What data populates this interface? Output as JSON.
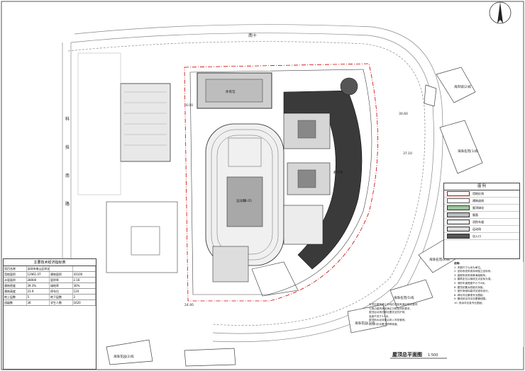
{
  "drawing": {
    "title": "屋顶总平面图",
    "scale": "1:500"
  },
  "labels": {
    "road_left_1": "科",
    "road_left_2": "技",
    "road_left_3": "南",
    "road_left_4": "路",
    "south_road": "南十",
    "neighbour_1": "海岸城(2)栋",
    "neighbour_2": "海珠名苑(1)栋",
    "neighbour_3": "海珠名苑(2)栋",
    "neighbour_4": "海珠名苑(5)栋",
    "neighbour_5": "海珠花园(3)栋",
    "neighbour_6": "海珠花园(2)栋",
    "dim_1": "30.60",
    "dim_2": "37.10",
    "dim_3": "24.40",
    "dim_4": "6.00",
    "dim_5": "18.05",
    "building": "教学楼",
    "gym": "体育馆",
    "field": "运动场"
  },
  "data_table": {
    "title": "主要技术经济指标表",
    "rows": [
      [
        "项目名称",
        "深圳市南山区科技南路学校",
        "",
        ""
      ],
      [
        "用地面积",
        "12961.07",
        "建筑面积",
        "43100"
      ],
      [
        "计容面积",
        "28000",
        "容积率",
        "2.16"
      ],
      [
        "建筑密度",
        "39.3%",
        "绿地率",
        "30%"
      ],
      [
        "建筑高度",
        "23.9",
        "停车位",
        "120"
      ],
      [
        "地上层数",
        "5",
        "地下层数",
        "2"
      ],
      [
        "班级数",
        "36",
        "学生人数",
        "1620"
      ]
    ]
  },
  "legend": {
    "title": "图 例",
    "items": [
      {
        "label": "用地红线"
      },
      {
        "label": "建筑退线"
      },
      {
        "label": "屋顶绿化"
      },
      {
        "label": "屋面"
      },
      {
        "label": "消防车道"
      },
      {
        "label": "运动场"
      },
      {
        "label": "出入口"
      }
    ]
  },
  "notes": {
    "title": "说明:",
    "lines": [
      "1. 本图尺寸以米为单位。",
      "2. 坐标系统采用深圳独立坐标系。",
      "3. 高程系统采用黄海高程系。",
      "4. 建筑定位以轴线交点坐标为准。",
      "5. 消防车道宽度不小于4米。",
      "6. 屋顶设置太阳能光伏板。",
      "7. 室外场地标高详见竖向设计。",
      "8. 绿化详见景观专业图纸。",
      "9. 管线综合详见总图管线图。",
      "10. 其余详见各专业图纸。"
    ],
    "long_lines": [
      "本项目建筑退让用地红线距离满足规划要求,",
      "与周边建筑间距满足日照及消防要求。",
      "屋顶运动场四周设置安全防护网,",
      "高度不低于3.0米。",
      "屋顶雨水经收集后排入市政管网。",
      "出入口处设置无障碍坡道。"
    ]
  }
}
